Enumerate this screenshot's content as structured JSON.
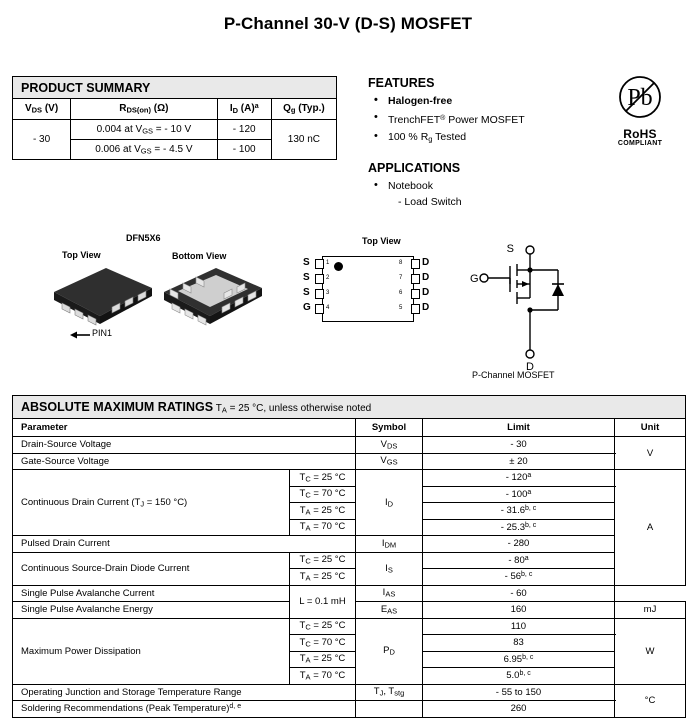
{
  "page_title": "P-Channel 30-V (D-S) MOSFET",
  "product_summary": {
    "banner": "PRODUCT SUMMARY",
    "headers": {
      "vds": "V_DS (V)",
      "rds": "R_DS(on) (Ω)",
      "id": "I_D (A)",
      "id_note": "a",
      "qg": "Q_g (Typ.)"
    },
    "vds_value": "- 30",
    "rows": [
      {
        "rds": "0.004 at V",
        "rds_sub": "GS",
        "rds_tail": " = - 10 V",
        "id": "- 120"
      },
      {
        "rds": "0.006 at V",
        "rds_sub": "GS",
        "rds_tail": " = - 4.5 V",
        "id": "- 100"
      }
    ],
    "qg_value": "130 nC"
  },
  "features": {
    "heading": "FEATURES",
    "items": [
      {
        "text": "Halogen-free",
        "bold": true
      },
      {
        "text": "TrenchFET",
        "sup": "®",
        "tail": " Power MOSFET",
        "bold": false
      },
      {
        "text": "100 % R",
        "sub": "g",
        "tail": " Tested",
        "bold": false
      }
    ]
  },
  "applications": {
    "heading": "APPLICATIONS",
    "items": [
      {
        "text": "Notebook",
        "dash": false
      },
      {
        "text": "- Load Switch",
        "dash": true
      }
    ]
  },
  "rohs": {
    "symbol": "Pb",
    "label": "RoHS",
    "sub": "COMPLIANT"
  },
  "package": {
    "family": "DFN5X6",
    "top_view": "Top View",
    "bottom_view": "Bottom View",
    "pin1": "PIN1",
    "pinout_title": "Top View",
    "left_pins": [
      {
        "name": "S",
        "num": "1"
      },
      {
        "name": "S",
        "num": "2"
      },
      {
        "name": "S",
        "num": "3"
      },
      {
        "name": "G",
        "num": "4"
      }
    ],
    "right_pins": [
      {
        "name": "D",
        "num": "8"
      },
      {
        "name": "D",
        "num": "7"
      },
      {
        "name": "D",
        "num": "6"
      },
      {
        "name": "D",
        "num": "5"
      }
    ]
  },
  "schematic": {
    "gate": "G",
    "source": "S",
    "drain": "D",
    "caption": "P-Channel MOSFET"
  },
  "amr": {
    "banner_bold": "ABSOLUTE MAXIMUM RATINGS",
    "banner_rest_a": " T",
    "banner_rest_sub": "A",
    "banner_rest_b": " = 25 °C, unless otherwise noted",
    "headers": {
      "parameter": "Parameter",
      "symbol": "Symbol",
      "limit": "Limit",
      "unit": "Unit"
    },
    "rows": [
      {
        "parameter": "Drain-Source Voltage",
        "symbol": "V",
        "symbol_sub": "DS",
        "limit": "- 30",
        "unit": "V"
      },
      {
        "parameter": "Gate-Source Voltage",
        "symbol": "V",
        "symbol_sub": "GS",
        "limit": "± 20",
        "unit": ""
      },
      {
        "parameter": "Continuous Drain Current (T",
        "parameter_sub": "J",
        "parameter_tail": " = 150 °C)",
        "symbol": "I",
        "symbol_sub": "D",
        "unit": "A",
        "conditions": [
          {
            "cond": "T",
            "cond_sub": "C",
            "cond_tail": " = 25 °C",
            "limit": "- 120",
            "limit_sup": "a"
          },
          {
            "cond": "T",
            "cond_sub": "C",
            "cond_tail": " = 70 °C",
            "limit": "- 100",
            "limit_sup": "a"
          },
          {
            "cond": "T",
            "cond_sub": "A",
            "cond_tail": " = 25 °C",
            "limit": "- 31.6",
            "limit_sup": "b, c"
          },
          {
            "cond": "T",
            "cond_sub": "A",
            "cond_tail": " = 70 °C",
            "limit": "- 25.3",
            "limit_sup": "b, c"
          }
        ]
      },
      {
        "parameter": "Pulsed Drain Current",
        "symbol": "I",
        "symbol_sub": "DM",
        "limit": "- 280",
        "unit": ""
      },
      {
        "parameter": "Continuous Source-Drain Diode Current",
        "symbol": "I",
        "symbol_sub": "S",
        "unit": "",
        "conditions": [
          {
            "cond": "T",
            "cond_sub": "C",
            "cond_tail": " = 25 °C",
            "limit": "- 80",
            "limit_sup": "a"
          },
          {
            "cond": "T",
            "cond_sub": "A",
            "cond_tail": " = 25 °C",
            "limit": "- 56",
            "limit_sup": "b, c"
          }
        ]
      },
      {
        "parameter": "Single Pulse Avalanche Current",
        "cond": "L = 0.1 mH",
        "symbol": "I",
        "symbol_sub": "AS",
        "limit": "- 60",
        "unit": ""
      },
      {
        "parameter": "Single Pulse Avalanche Energy",
        "symbol": "E",
        "symbol_sub": "AS",
        "limit": "160",
        "unit": "mJ"
      },
      {
        "parameter": "Maximum Power Dissipation",
        "symbol": "P",
        "symbol_sub": "D",
        "unit": "W",
        "conditions": [
          {
            "cond": "T",
            "cond_sub": "C",
            "cond_tail": " = 25 °C",
            "limit": "110",
            "limit_sup": ""
          },
          {
            "cond": "T",
            "cond_sub": "C",
            "cond_tail": " = 70 °C",
            "limit": "83",
            "limit_sup": ""
          },
          {
            "cond": "T",
            "cond_sub": "A",
            "cond_tail": " = 25 °C",
            "limit": "6.95",
            "limit_sup": "b, c"
          },
          {
            "cond": "T",
            "cond_sub": "A",
            "cond_tail": " = 70 °C",
            "limit": "5.0",
            "limit_sup": "b, c"
          }
        ]
      },
      {
        "parameter": "Operating Junction and Storage Temperature Range",
        "symbol": "T",
        "symbol_sub": "J",
        "symbol_tail": ", T",
        "symbol_sub2": "stg",
        "limit": "- 55 to 150",
        "unit": "°C"
      },
      {
        "parameter": "Soldering Recommendations (Peak Temperature)",
        "parameter_sup": "d, e",
        "symbol": "",
        "limit": "260",
        "unit": ""
      }
    ]
  }
}
